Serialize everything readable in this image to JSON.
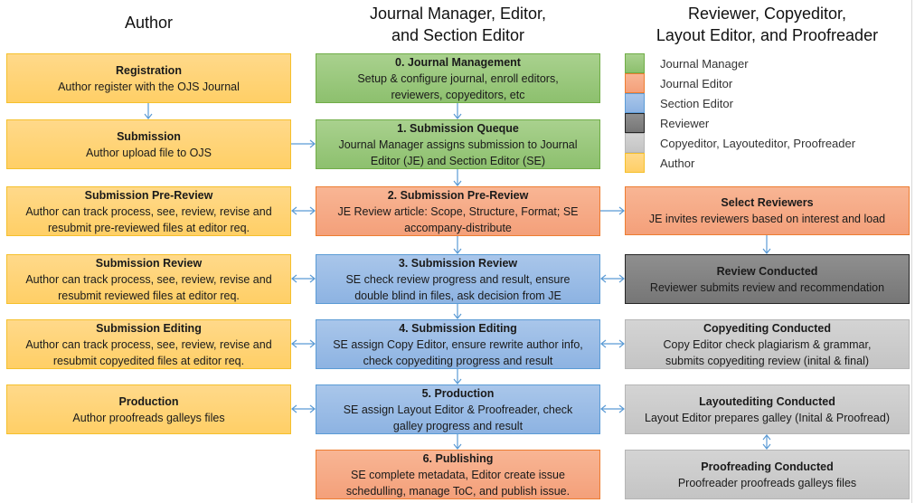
{
  "headers": {
    "author": "Author",
    "editors_line1": "Journal Manager, Editor,",
    "editors_line2": "and Section Editor",
    "reviewers_line1": "Reviewer, Copyeditor,",
    "reviewers_line2": "Layout Editor, and Proofreader"
  },
  "colors": {
    "journal_manager": "#a9d18e",
    "journal_editor": "#f4b183",
    "section_editor": "#9dc3e6",
    "reviewer": "#808080",
    "copyeditor_layout_proofreader": "#c9c9c9",
    "author": "#ffd966",
    "arrow": "#5b9bd5"
  },
  "author_column": [
    {
      "title": "Registration",
      "desc": "Author register with the OJS Journal"
    },
    {
      "title": "Submission",
      "desc": "Author upload file to OJS"
    },
    {
      "title": "Submission Pre-Review",
      "desc": "Author can track process, see, review, revise and\nresubmit pre-reviewed files at editor req."
    },
    {
      "title": "Submission Review",
      "desc": "Author can track process, see, review, revise and\nresubmit reviewed files at editor req."
    },
    {
      "title": "Submission Editing",
      "desc": "Author can track process, see, review, revise and\nresubmit copyedited files at editor req."
    },
    {
      "title": "Production",
      "desc": "Author proofreads galleys files"
    }
  ],
  "editor_column": [
    {
      "title": "0. Journal Management",
      "desc": "Setup & configure journal, enroll editors,\nreviewers, copyeditors, etc",
      "role": "Journal Manager"
    },
    {
      "title": "1. Submission Queque",
      "desc": "Journal Manager assigns submission to Journal\nEditor (JE) and Section Editor (SE)",
      "role": "Journal Manager"
    },
    {
      "title": "2. Submission Pre-Review",
      "desc": "JE Review article: Scope, Structure, Format; SE\naccompany-distribute",
      "role": "Journal Editor"
    },
    {
      "title": "3. Submission Review",
      "desc": "SE check review progress and result, ensure\ndouble blind in files, ask decision from JE",
      "role": "Section Editor"
    },
    {
      "title": "4. Submission Editing",
      "desc": "SE assign Copy Editor, ensure rewrite author info,\ncheck copyediting progress and result",
      "role": "Section Editor"
    },
    {
      "title": "5. Production",
      "desc": "SE assign Layout Editor & Proofreader, check\ngalley progress and result",
      "role": "Section Editor"
    },
    {
      "title": "6. Publishing",
      "desc": "SE complete metadata, Editor create  issue\nschedulling, manage ToC, and publish issue.",
      "role": "Journal Editor"
    }
  ],
  "reviewer_column": [
    {
      "title": "Select Reviewers",
      "desc": "JE invites reviewers based on interest and load",
      "role": "Journal Editor"
    },
    {
      "title": "Review Conducted",
      "desc": "Reviewer submits review and recommendation",
      "role": "Reviewer"
    },
    {
      "title": "Copyediting Conducted",
      "desc": "Copy Editor check plagiarism & grammar,\nsubmits copyediting review (inital & final)",
      "role": "Copyeditor"
    },
    {
      "title": "Layoutediting Conducted",
      "desc": "Layout Editor prepares galley (Inital & Proofread)",
      "role": "Layouteditor"
    },
    {
      "title": "Proofreading Conducted",
      "desc": "Proofreader proofreads galleys files",
      "role": "Proofreader"
    }
  ],
  "legend": [
    {
      "label": "Journal Manager",
      "color": "#a9d18e"
    },
    {
      "label": "Journal Editor",
      "color": "#f4b183"
    },
    {
      "label": "Section Editor",
      "color": "#9dc3e6"
    },
    {
      "label": "Reviewer",
      "color": "#808080"
    },
    {
      "label": "Copyeditor, Layouteditor, Proofreader",
      "color": "#c9c9c9"
    },
    {
      "label": "Author",
      "color": "#ffd966"
    }
  ]
}
